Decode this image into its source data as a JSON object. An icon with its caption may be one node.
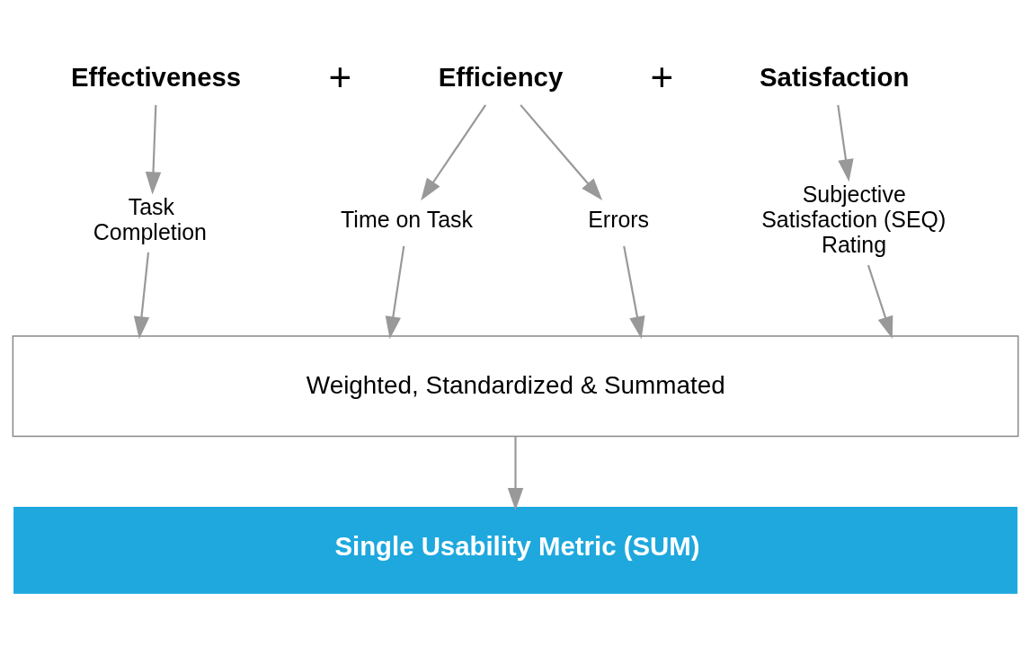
{
  "diagram": {
    "nodes": [
      {
        "text": [
          "Effectiveness"
        ]
      },
      {
        "text": [
          "Efficiency"
        ]
      },
      {
        "text": [
          "Satisfaction"
        ]
      },
      {
        "text": [
          "Task Completion"
        ]
      },
      {
        "text": [
          "Time on Task"
        ]
      },
      {
        "text": [
          "Errors"
        ]
      },
      {
        "text": [
          "Subjective Satisfaction (SEQ) Rating"
        ]
      },
      {
        "text": [
          "Weighted, Standardized & Summated"
        ]
      },
      {
        "text": [
          "Single Usability Metric (SUM)"
        ]
      }
    ],
    "edges": [
      {
        "from": 0,
        "to": 3,
        "arrow": "to"
      },
      {
        "from": 1,
        "to": 4,
        "arrow": "to"
      },
      {
        "from": 1,
        "to": 5,
        "arrow": "to"
      },
      {
        "from": 2,
        "to": 6,
        "arrow": "to"
      },
      {
        "from": 3,
        "to": 7,
        "arrow": "to"
      },
      {
        "from": 4,
        "to": 7,
        "arrow": "to"
      },
      {
        "from": 5,
        "to": 7,
        "arrow": "to"
      },
      {
        "from": 6,
        "to": 7,
        "arrow": "to"
      },
      {
        "from": 7,
        "to": 8,
        "arrow": "to"
      }
    ],
    "labels": [
      "+",
      "+"
    ]
  }
}
